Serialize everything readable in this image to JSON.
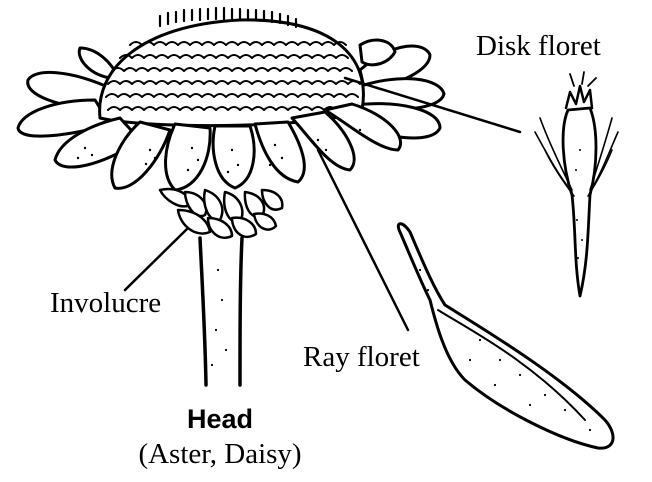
{
  "labels": {
    "disk_floret": "Disk floret",
    "involucre": "Involucre",
    "ray_floret": "Ray floret",
    "head": "Head",
    "examples": "(Aster, Daisy)"
  },
  "colors": {
    "ink": "#000000",
    "background": "#ffffff"
  }
}
